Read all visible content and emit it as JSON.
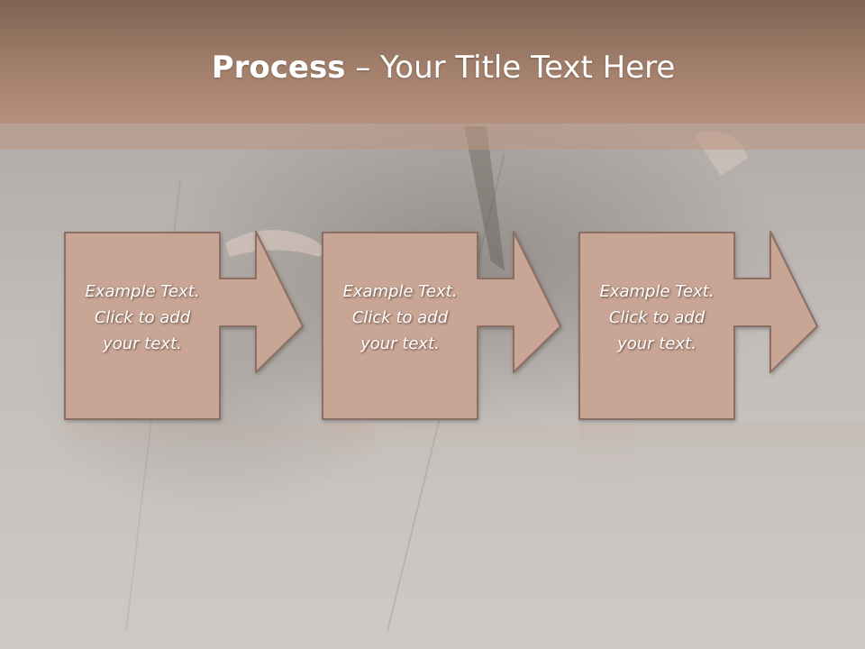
{
  "slide": {
    "title_bold": "Process",
    "title_rest": " – Your Title Text Here",
    "steps": [
      {
        "text": "Example Text.\nClick  to add\nyour text."
      },
      {
        "text": "Example Text.\nClick  to add\nyour text."
      },
      {
        "text": "Example Text.\nClick  to add\nyour text."
      }
    ]
  },
  "colors": {
    "header": "#a27f6b",
    "box_fill": "#c8a594",
    "box_stroke": "#8a6f62",
    "background": "#cbc6c3"
  }
}
